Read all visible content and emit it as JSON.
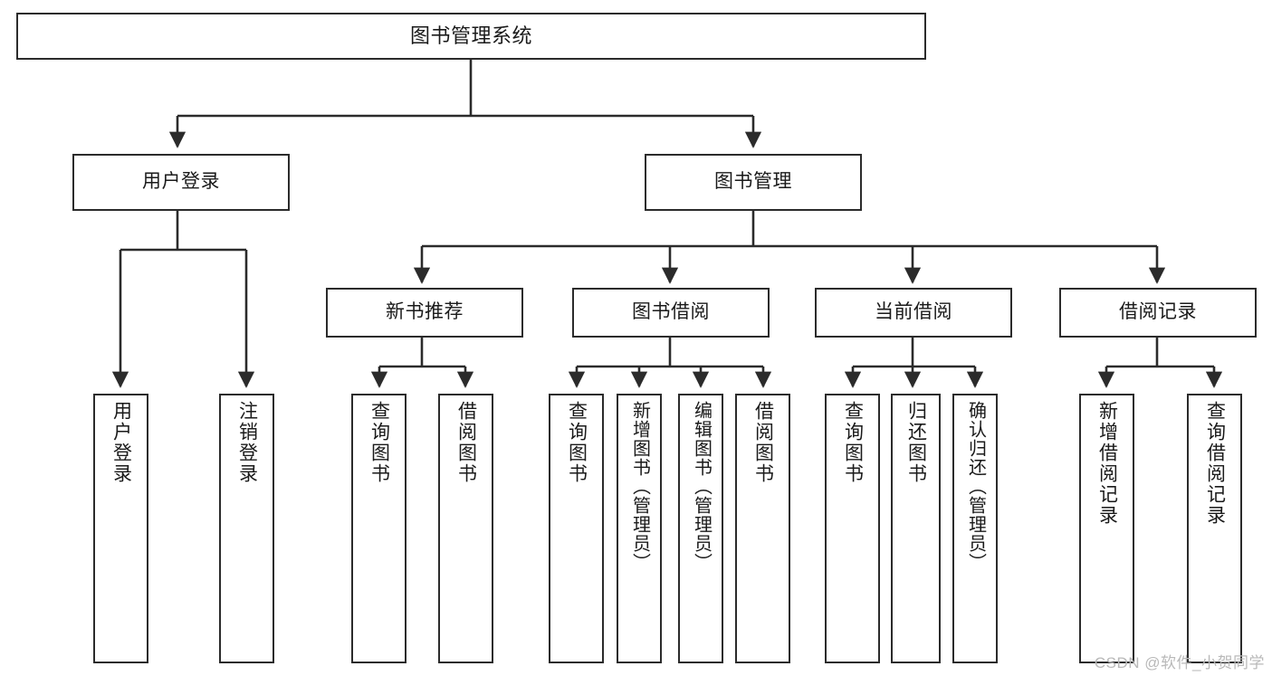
{
  "diagram": {
    "title": "图书管理系统",
    "watermark": "CSDN @软件_小贺同学",
    "line_color": "#2b2b2b",
    "box_fill": "#ffffff",
    "text_color": "#1a1a1a",
    "watermark_color": "#b9b9b9",
    "type": "tree-hierarchy-chart",
    "levels": 4
  },
  "nodes": {
    "root": {
      "label": "图书管理系统"
    },
    "level1": [
      {
        "label": "用户登录"
      },
      {
        "label": "图书管理"
      }
    ],
    "level2": [
      {
        "label": "新书推荐"
      },
      {
        "label": "图书借阅"
      },
      {
        "label": "当前借阅"
      },
      {
        "label": "借阅记录"
      }
    ],
    "leaves": [
      {
        "label": "用户登录",
        "parent": "用户登录"
      },
      {
        "label": "注销登录",
        "parent": "用户登录"
      },
      {
        "label": "查询图书",
        "parent": "新书推荐"
      },
      {
        "label": "借阅图书",
        "parent": "新书推荐"
      },
      {
        "label": "查询图书",
        "parent": "图书借阅"
      },
      {
        "label": "新增图书（管理员）",
        "parent": "图书借阅"
      },
      {
        "label": "编辑图书（管理员）",
        "parent": "图书借阅"
      },
      {
        "label": "借阅图书",
        "parent": "图书借阅"
      },
      {
        "label": "查询图书",
        "parent": "当前借阅"
      },
      {
        "label": "归还图书",
        "parent": "当前借阅"
      },
      {
        "label": "确认归还（管理员）",
        "parent": "当前借阅"
      },
      {
        "label": "新增借阅记录",
        "parent": "借阅记录"
      },
      {
        "label": "查询借阅记录",
        "parent": "借阅记录"
      }
    ]
  }
}
